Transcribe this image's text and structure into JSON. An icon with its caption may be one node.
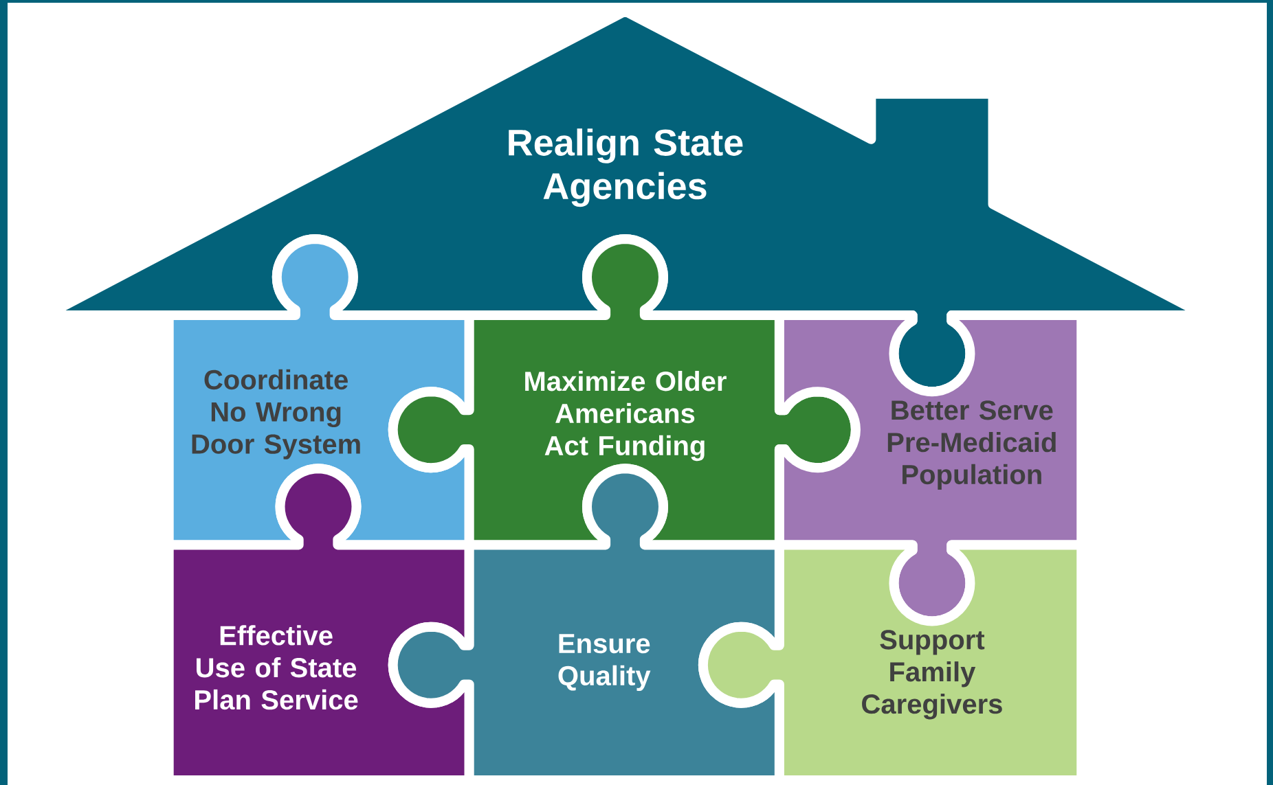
{
  "diagram": {
    "nodes": [
      {
        "text": [
          "Realign State Agencies"
        ]
      },
      {
        "text": [
          "Coordinate No Wrong Door System"
        ]
      },
      {
        "text": [
          "Maximize Older Americans Act Funding"
        ]
      },
      {
        "text": [
          "Better Serve Pre-Medicaid Population"
        ]
      },
      {
        "text": [
          "Effective Use of State Plan Service"
        ]
      },
      {
        "text": [
          "Ensure Quality"
        ]
      },
      {
        "text": [
          "Support Family Caregivers"
        ]
      }
    ]
  }
}
